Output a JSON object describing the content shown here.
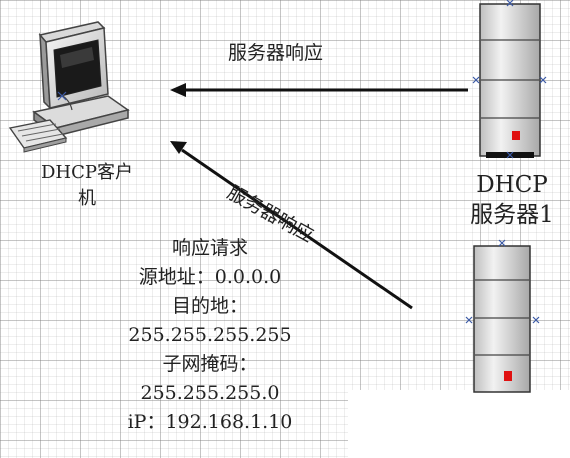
{
  "client": {
    "label_line1": "DHCP客户",
    "label_line2": "机"
  },
  "server1": {
    "label_line1": "DHCP",
    "label_line2": "服务器1"
  },
  "arrows": {
    "top_label": "服务器响应",
    "diagonal_label": "服务器响应"
  },
  "request": {
    "title": "响应请求",
    "line_source": "源地址：0.0.0.0",
    "line_dest_label": "目的地：",
    "line_dest_value": "255.255.255.255",
    "line_mask_label": "子网掩码：",
    "line_mask_value": "255.255.255.0",
    "line_ip": "iP：192.168.1.10"
  },
  "colors": {
    "arrow": "#111111",
    "server_body": "#e2e2e2",
    "server_led": "#e01010",
    "monitor_screen": "#1a1a1a",
    "handle_mark": "#3c5aa6"
  }
}
